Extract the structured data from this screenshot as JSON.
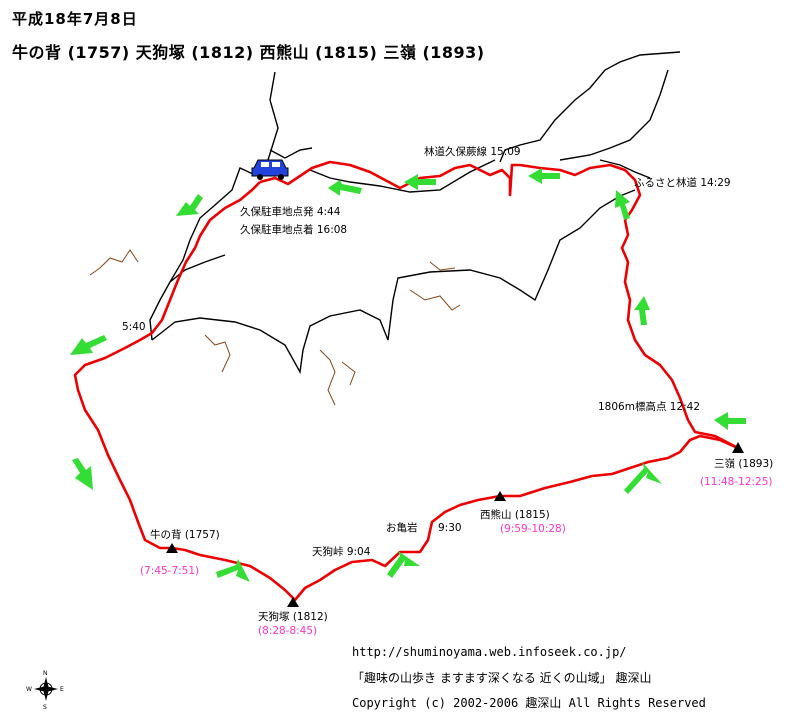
{
  "header": {
    "date": "平成18年7月8日",
    "route_title": "牛の背 (1757) 天狗塚 (1812) 西熊山 (1815) 三嶺 (1893)"
  },
  "labels": {
    "rindo_kubo": "林道久保蕨線  15:09",
    "furusato_rindo": "ふるさと林道  14:29",
    "kubo_depart": "久保駐車地点発  4:44",
    "kubo_arrive": "久保駐車地点着 16:08",
    "t540": "5:40",
    "peak1806": "1806m標高点  12:42",
    "sanrei": "三嶺 (1893)",
    "sanrei_time": "(11:48-12:25)",
    "nishikuma": "西熊山 (1815)",
    "nishikuma_time": "(9:59-10:28)",
    "okame": "お亀岩",
    "okame_time": "9:30",
    "tenguto": "天狗峠 9:04",
    "ushinose": "牛の背 (1757)",
    "ushinose_time": "(7:45-7:51)",
    "tengutsuka": "天狗塚 (1812)",
    "tengutsuka_time": "(8:28-8:45)"
  },
  "footer": {
    "url": "http://shuminoyama.web.infoseek.co.jp/",
    "tagline": "「趣味の山歩き ますます深くなる  近くの山域」  趣深山",
    "copyright": "Copyright (c)  2002-2006  趣深山  All Rights Reserved"
  },
  "compass": {
    "n": "N",
    "s": "S",
    "e": "E",
    "w": "W"
  },
  "colors": {
    "route": "#ee0000",
    "arrow": "#33dd33",
    "contour": "#8b4513",
    "times": "#ff33cc",
    "car": "#2244dd"
  }
}
